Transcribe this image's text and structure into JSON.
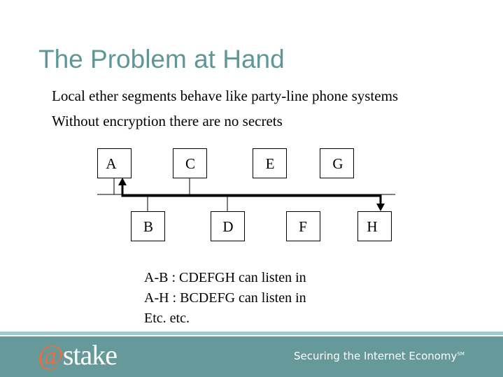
{
  "slide": {
    "title": "The Problem at Hand",
    "bullets": [
      "Local ether segments behave like party-line phone systems",
      "Without encryption there are no secrets"
    ],
    "diagram": {
      "top_nodes": [
        "A",
        "C",
        "E",
        "G"
      ],
      "bottom_nodes": [
        "B",
        "D",
        "F",
        "H"
      ]
    },
    "notes": [
      "A-B : CDEFGH can listen in",
      "A-H : BCDEFG can listen in",
      "Etc. etc."
    ]
  },
  "footer": {
    "logo_at": "@",
    "logo_text": "stake",
    "tagline": "Securing the Internet Economy",
    "tagline_mark": "SM"
  },
  "colors": {
    "title": "#5f9797",
    "footer": "#669999",
    "band": "#9ccac9",
    "logo_at": "#f26b3a"
  }
}
